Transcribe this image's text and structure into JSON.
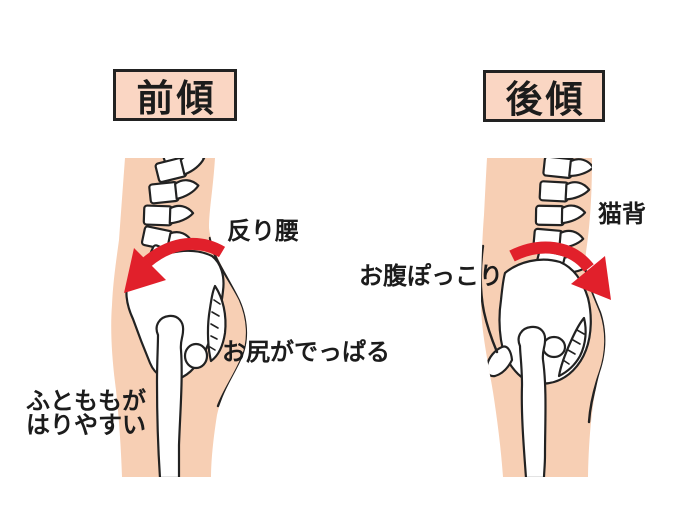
{
  "panels": {
    "anterior": {
      "title": "前傾",
      "labels": {
        "swayback": "反り腰",
        "butt_sticks_out": "お尻がでっぱる",
        "thighs_line1": "ふとももが",
        "thighs_line2": "はりやすい"
      }
    },
    "posterior": {
      "title": "後傾",
      "labels": {
        "hunched_back": "猫背",
        "belly_pooch": "お腹ぽっこり"
      }
    }
  },
  "colors": {
    "background": "#ffffff",
    "skin": "#f7cfb4",
    "title_box_bg": "#fad6c3",
    "outline": "#222222",
    "bone_fill": "#ffffff",
    "arrow_red": "#e1202b",
    "text": "#1c1c1c"
  }
}
